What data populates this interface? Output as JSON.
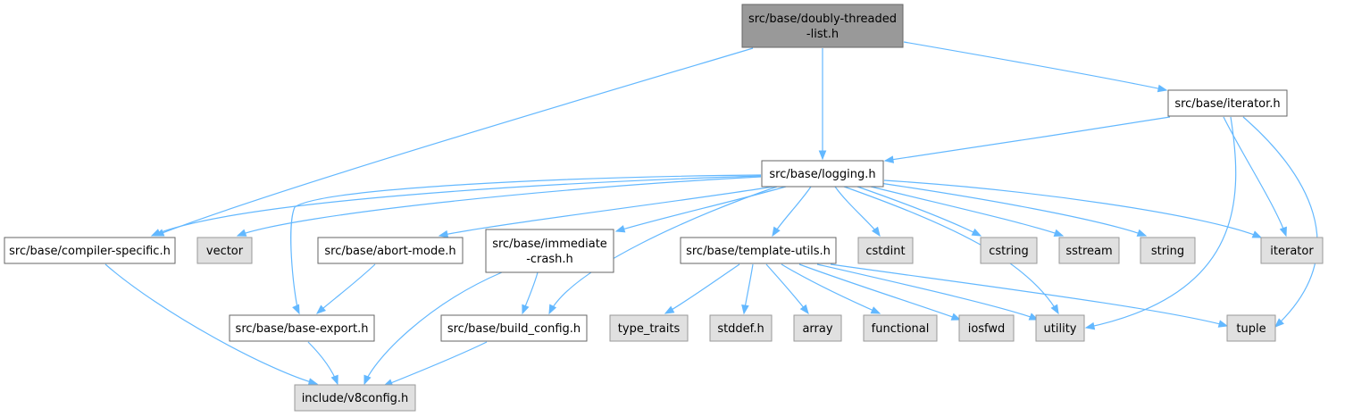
{
  "graph": {
    "colors": {
      "edge": "#63b8ff",
      "root_fill": "#999999",
      "internal_fill": "#ffffff",
      "system_fill": "#e0e0e0",
      "border": "#666666",
      "system_border": "#999999"
    },
    "nodes": [
      {
        "id": "doubly_threaded",
        "label": [
          "src/base/doubly-threaded",
          "-list.h"
        ],
        "kind": "root"
      },
      {
        "id": "iterator_h",
        "label": [
          "src/base/iterator.h"
        ],
        "kind": "internal"
      },
      {
        "id": "logging",
        "label": [
          "src/base/logging.h"
        ],
        "kind": "internal"
      },
      {
        "id": "compiler_specific",
        "label": [
          "src/base/compiler-specific.h"
        ],
        "kind": "internal"
      },
      {
        "id": "vector",
        "label": [
          "vector"
        ],
        "kind": "system"
      },
      {
        "id": "abort_mode",
        "label": [
          "src/base/abort-mode.h"
        ],
        "kind": "internal"
      },
      {
        "id": "immediate_crash",
        "label": [
          "src/base/immediate",
          "-crash.h"
        ],
        "kind": "internal"
      },
      {
        "id": "template_utils",
        "label": [
          "src/base/template-utils.h"
        ],
        "kind": "internal"
      },
      {
        "id": "cstdint",
        "label": [
          "cstdint"
        ],
        "kind": "system"
      },
      {
        "id": "cstring",
        "label": [
          "cstring"
        ],
        "kind": "system"
      },
      {
        "id": "sstream",
        "label": [
          "sstream"
        ],
        "kind": "system"
      },
      {
        "id": "string",
        "label": [
          "string"
        ],
        "kind": "system"
      },
      {
        "id": "iterator",
        "label": [
          "iterator"
        ],
        "kind": "system"
      },
      {
        "id": "base_export",
        "label": [
          "src/base/base-export.h"
        ],
        "kind": "internal"
      },
      {
        "id": "build_config",
        "label": [
          "src/base/build_config.h"
        ],
        "kind": "internal"
      },
      {
        "id": "type_traits",
        "label": [
          "type_traits"
        ],
        "kind": "system"
      },
      {
        "id": "stddef",
        "label": [
          "stddef.h"
        ],
        "kind": "system"
      },
      {
        "id": "array",
        "label": [
          "array"
        ],
        "kind": "system"
      },
      {
        "id": "functional",
        "label": [
          "functional"
        ],
        "kind": "system"
      },
      {
        "id": "iosfwd",
        "label": [
          "iosfwd"
        ],
        "kind": "system"
      },
      {
        "id": "utility",
        "label": [
          "utility"
        ],
        "kind": "system"
      },
      {
        "id": "tuple",
        "label": [
          "tuple"
        ],
        "kind": "system"
      },
      {
        "id": "v8config",
        "label": [
          "include/v8config.h"
        ],
        "kind": "system"
      }
    ],
    "edges": [
      {
        "from": "doubly_threaded",
        "to": "compiler_specific"
      },
      {
        "from": "doubly_threaded",
        "to": "logging"
      },
      {
        "from": "doubly_threaded",
        "to": "iterator_h"
      },
      {
        "from": "iterator_h",
        "to": "logging"
      },
      {
        "from": "iterator_h",
        "to": "iterator"
      },
      {
        "from": "iterator_h",
        "to": "utility"
      },
      {
        "from": "iterator_h",
        "to": "tuple"
      },
      {
        "from": "logging",
        "to": "compiler_specific"
      },
      {
        "from": "logging",
        "to": "vector"
      },
      {
        "from": "logging",
        "to": "abort_mode"
      },
      {
        "from": "logging",
        "to": "base_export"
      },
      {
        "from": "logging",
        "to": "immediate_crash"
      },
      {
        "from": "logging",
        "to": "build_config"
      },
      {
        "from": "logging",
        "to": "template_utils"
      },
      {
        "from": "logging",
        "to": "cstdint"
      },
      {
        "from": "logging",
        "to": "utility"
      },
      {
        "from": "logging",
        "to": "cstring"
      },
      {
        "from": "logging",
        "to": "sstream"
      },
      {
        "from": "logging",
        "to": "string"
      },
      {
        "from": "logging",
        "to": "iterator"
      },
      {
        "from": "compiler_specific",
        "to": "v8config"
      },
      {
        "from": "abort_mode",
        "to": "base_export"
      },
      {
        "from": "immediate_crash",
        "to": "build_config"
      },
      {
        "from": "immediate_crash",
        "to": "v8config"
      },
      {
        "from": "base_export",
        "to": "v8config"
      },
      {
        "from": "build_config",
        "to": "v8config"
      },
      {
        "from": "template_utils",
        "to": "type_traits"
      },
      {
        "from": "template_utils",
        "to": "stddef"
      },
      {
        "from": "template_utils",
        "to": "array"
      },
      {
        "from": "template_utils",
        "to": "functional"
      },
      {
        "from": "template_utils",
        "to": "iosfwd"
      },
      {
        "from": "template_utils",
        "to": "utility"
      },
      {
        "from": "template_utils",
        "to": "tuple"
      }
    ]
  }
}
